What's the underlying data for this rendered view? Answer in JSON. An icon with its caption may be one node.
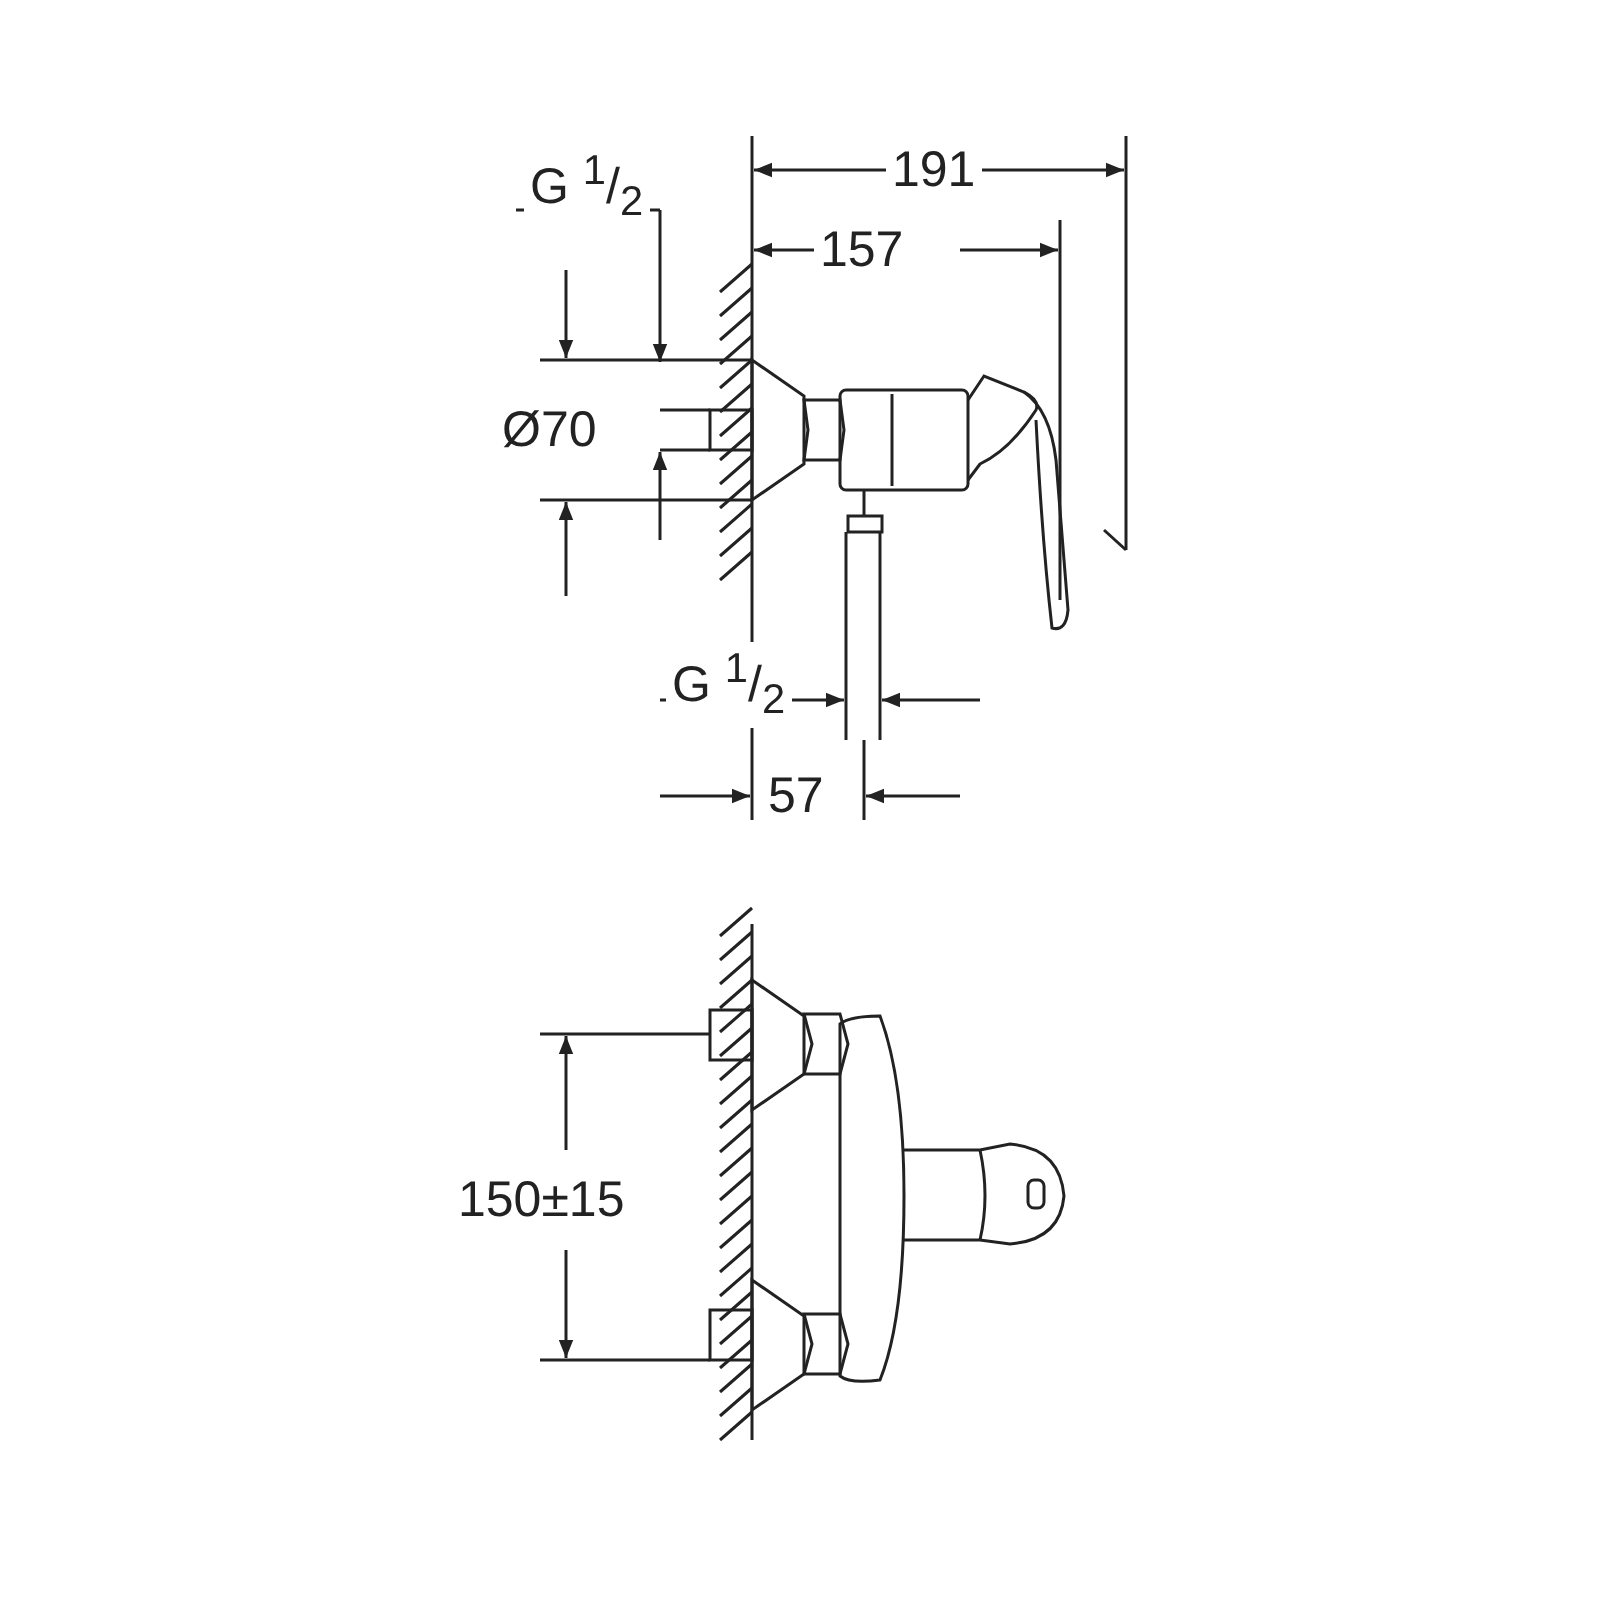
{
  "diagram": {
    "labels": [
      "G $^{1}$/$_{2}$",
      "191",
      "157",
      "Ø70",
      "G $^{1}$/$_{2}$",
      "57",
      "150±15"
    ]
  }
}
